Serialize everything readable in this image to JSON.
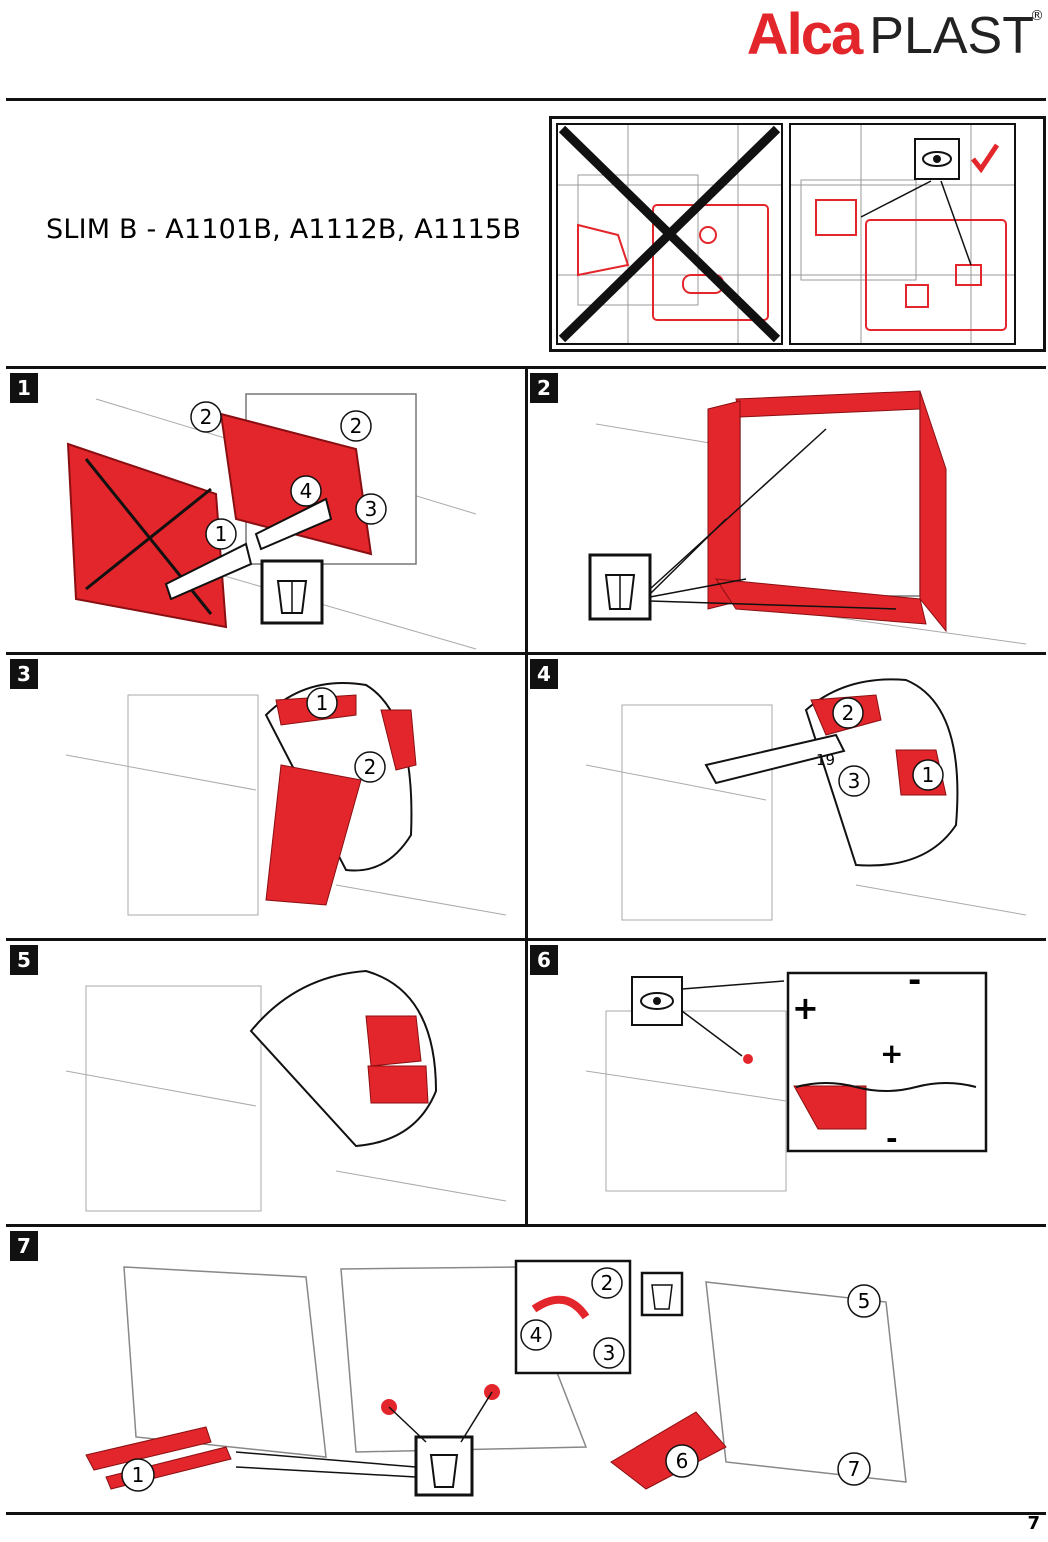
{
  "brand": {
    "name_a": "Alca",
    "name_b": "PLAST",
    "mark": "®",
    "accent_color": "#e3262b"
  },
  "title": "SLIM B - A1101B, A1112B, A1115B",
  "compare": {
    "wrong_icon": "x-cross-icon",
    "correct_icon": "checkmark-icon",
    "inspect_icon": "eye-icon"
  },
  "steps": [
    {
      "number": "1",
      "callouts": [
        "1",
        "2",
        "2",
        "3",
        "4"
      ],
      "icon": "trash-bin-icon"
    },
    {
      "number": "2",
      "callouts": [],
      "icon": "trash-bin-icon"
    },
    {
      "number": "3",
      "callouts": [
        "1",
        "2"
      ]
    },
    {
      "number": "4",
      "callouts": [
        "1",
        "2",
        "3"
      ],
      "wrench_size": "19"
    },
    {
      "number": "5",
      "callouts": []
    },
    {
      "number": "6",
      "callouts": [],
      "icon": "eye-icon",
      "plus": "+",
      "minus": "-"
    },
    {
      "number": "7",
      "callouts": [
        "1",
        "2",
        "3",
        "4",
        "5",
        "6",
        "7"
      ],
      "icon": "trash-bin-icon"
    }
  ],
  "page_number": "7"
}
